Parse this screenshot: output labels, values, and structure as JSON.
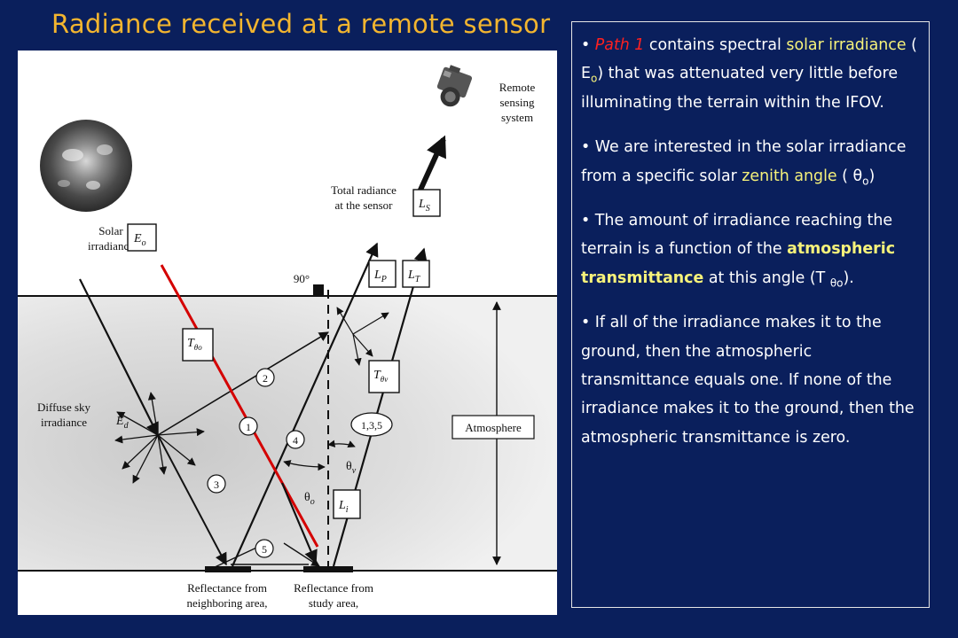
{
  "title": "Radiance received at a remote sensor",
  "diagram": {
    "sensor_label": [
      "Remote",
      "sensing",
      "system"
    ],
    "total_radiance_label": [
      "Total radiance",
      "at the sensor"
    ],
    "solar_irradiance_label": [
      "Solar",
      "irradiance"
    ],
    "diffuse_sky_label": [
      "Diffuse sky",
      "irradiance"
    ],
    "atmosphere_label": "Atmosphere",
    "angle_90_label": "90°",
    "reflectance_neighbor_label": [
      "Reflectance from",
      "neighboring area,"
    ],
    "reflectance_study_label": [
      "Reflectance from",
      "study area,"
    ],
    "box_Eo": "E",
    "box_Eo_sub": "o",
    "box_Ls": "L",
    "box_Ls_sub": "S",
    "box_Lp": "L",
    "box_Lp_sub": "P",
    "box_Lt": "L",
    "box_Lt_sub": "T",
    "box_T_theta_o": "T",
    "box_T_theta_o_sub": "θo",
    "box_T_theta_v": "T",
    "box_T_theta_v_sub": "θv",
    "box_Li": "L",
    "box_Li_sub": "i",
    "Ed_label": "E",
    "Ed_sub": "d",
    "theta_v_label": "θ",
    "theta_v_sub": "v",
    "theta_o_label": "θ",
    "theta_o_sub": "o",
    "path_markers": [
      "1",
      "2",
      "3",
      "4",
      "5"
    ],
    "path_combo_label": "1,3,5"
  },
  "panel": {
    "p1": {
      "bullet": "•",
      "path": "Path 1",
      "t1": " contains spectral ",
      "solar": "solar irradiance",
      "t2": " ( E",
      "sub": "o",
      "t3": ") that was attenuated very little before illuminating the terrain within the IFOV."
    },
    "p2": {
      "bullet": "•",
      "t1": " We are interested in the solar irradiance from a specific solar ",
      "zenith": "zenith angle",
      "t2": " ( θ",
      "sub": "o",
      "t3": ")"
    },
    "p3": {
      "bullet": "•",
      "t1": " The amount of irradiance reaching the terrain is a function of the ",
      "atm": "atmospheric transmittance",
      "t2": " at this angle (T ",
      "sub": "θo",
      "t3": ")."
    },
    "p4": {
      "bullet": "•",
      "t1": " If all of the irradiance makes it to the ground, then the atmospheric transmittance equals one. If none of the irradiance makes it to the ground, then the atmospheric transmittance is zero."
    }
  },
  "colors": {
    "background": "#0a1f5c",
    "title": "#f3b52f",
    "highlight_red": "#ff2020",
    "highlight_yellow": "#f6f27a",
    "path1_line": "#d40000"
  }
}
